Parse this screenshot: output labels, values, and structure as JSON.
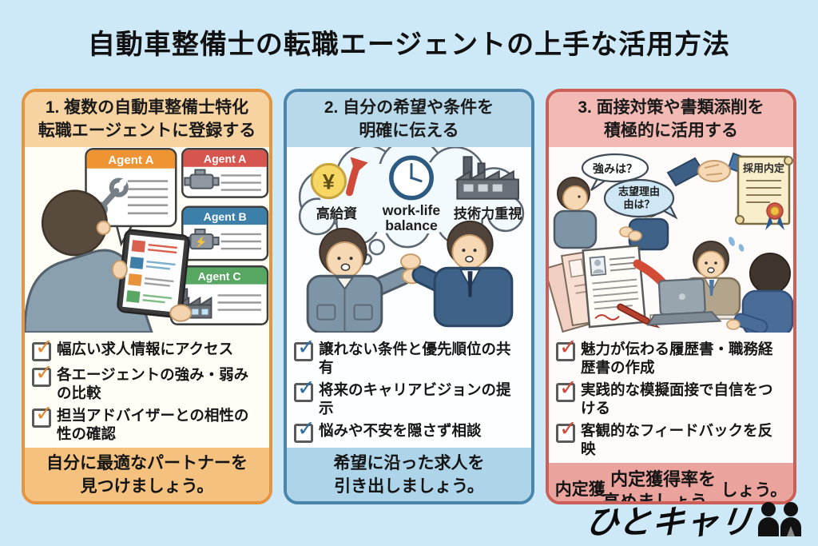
{
  "title": "自動車整備士の転職エージェントの上手な活用方法",
  "icons": {
    "check": "✓"
  },
  "colors": {
    "background": "#cde9f8",
    "title_text": "#111111",
    "panel1": {
      "border": "#e5953f",
      "header_bg": "#f6d3a0",
      "footer_bg": "#f5c17e",
      "check": "#e0862f"
    },
    "panel2": {
      "border": "#4a85ab",
      "header_bg": "#b7d9ea",
      "footer_bg": "#add4e8",
      "check": "#2e6fa3"
    },
    "panel3": {
      "border": "#cc5f58",
      "header_bg": "#f3bab5",
      "footer_bg": "#eba49d",
      "check": "#d0493c"
    },
    "agent_a_orange": "#ef9433",
    "agent_a_red": "#d6564f",
    "agent_b_blue": "#3c7fa8",
    "agent_c_green": "#57a763"
  },
  "panels": [
    {
      "heading_lines": [
        "1. 複数の自動車整備士特化",
        "転職エージェントに登録する"
      ],
      "agents": [
        {
          "label": "Agent A",
          "icon": "wrench-icon"
        },
        {
          "label": "Agent A",
          "icon": "engine-icon"
        },
        {
          "label": "Agent B",
          "icon": "engine-bolt-icon"
        },
        {
          "label": "Agent C",
          "icon": "factory-icon"
        }
      ],
      "checklist": [
        "幅広い求人情報にアクセス",
        "各エージェントの強み・弱みの比較",
        "担当アドバイザーとの相性の性の確認"
      ],
      "footer_lines": [
        "自分に最適なパートナーを",
        "見つけましょう。"
      ]
    },
    {
      "heading_lines": [
        "2. 自分の希望や条件を",
        "明確に伝える"
      ],
      "thought_items": [
        {
          "label": "高給資",
          "icon": "yen-coin-rising-arrow-icon"
        },
        {
          "label_lines": [
            "work-life",
            "balance"
          ],
          "icon": "clock-icon"
        },
        {
          "label": "技術力重視",
          "icon": "factory-icon"
        }
      ],
      "checklist": [
        "譲れない条件と優先順位の共有",
        "将来のキャリアビジョンの提示",
        "悩みや不安を隠さず相談"
      ],
      "footer_lines": [
        "希望に沿った求人を",
        "引き出しましょう。"
      ]
    },
    {
      "heading_lines": [
        "3. 面接対策や書類添削を",
        "積極的に活用する"
      ],
      "speech_bubbles": [
        {
          "text": "強みは？"
        },
        {
          "line1": "志望理由",
          "line2": "由は？"
        }
      ],
      "certificate_label": "採用内定",
      "checklist": [
        "魅力が伝わる履歴書・職務経歴書の作成",
        "実践的な模擬面接で自信をつける",
        "客観的なフィードバックを反映"
      ],
      "footer_overlap": {
        "left": "内定獲",
        "center_lines": [
          "内定獲得率を",
          "高めましょう。"
        ],
        "right": "しょう。"
      }
    }
  ],
  "logo": {
    "text": "ひとキャリ",
    "icon": "two-people-icon"
  }
}
